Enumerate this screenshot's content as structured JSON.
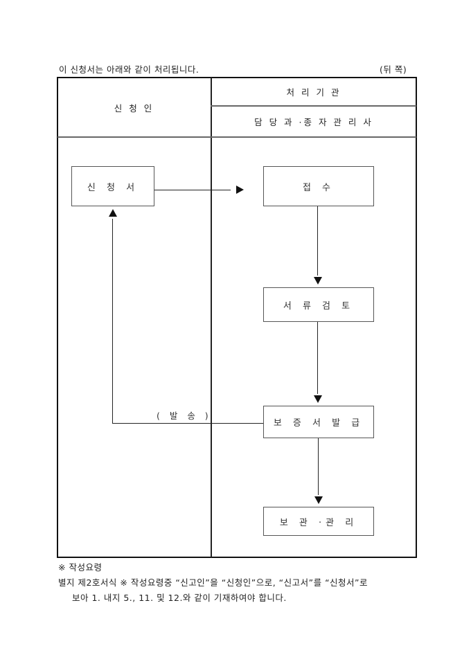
{
  "header": {
    "intro_text": "이 신청서는 아래와 같이 처리됩니다.",
    "page_side": "(뒤 쪽)"
  },
  "table": {
    "left_header": "신 청 인",
    "right_header_top": "처 리 기 관",
    "right_header_bottom": "담 당 과 ·종 자 관 리 사"
  },
  "flow": {
    "application": "신 청 서",
    "receipt": "접 수",
    "document_review": "서 류 검 토",
    "certificate_issue": "보 증 서 발 급",
    "storage_management": "보 관 ·관 리",
    "dispatch_label": "( 발 송 )"
  },
  "notes": {
    "title": "※ 작성요령",
    "line1": "별지 제2호서식 ※ 작성요령중 “신고인”을 “신청인”으로, “신고서”를 “신청서”로",
    "line2": "보아 1. 내지 5., 11. 및 12.와 같이 기재하여야 합니다."
  }
}
